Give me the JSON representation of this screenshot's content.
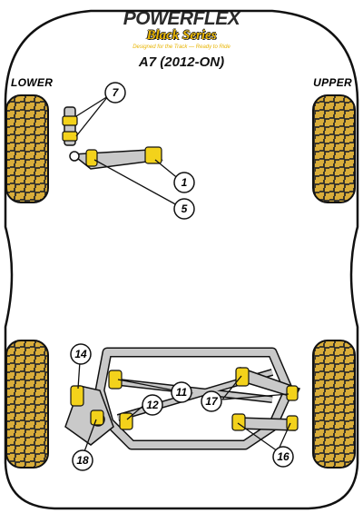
{
  "brand": {
    "name": "POWERFLEX",
    "series": "Black Series",
    "tagline": "Designed for the Track — Ready to Ride"
  },
  "model": "A7 (2012-ON)",
  "side_labels": {
    "lower": "LOWER",
    "upper": "UPPER"
  },
  "callouts": [
    "7",
    "1",
    "5",
    "14",
    "11",
    "12",
    "17",
    "18",
    "16"
  ],
  "colors": {
    "bushing_yellow": "#f3d21b",
    "tire_gold": "#d9ad3a",
    "tire_dark": "#2b2b2b",
    "arm_grey": "#c9c9c9",
    "outline": "#111111"
  }
}
